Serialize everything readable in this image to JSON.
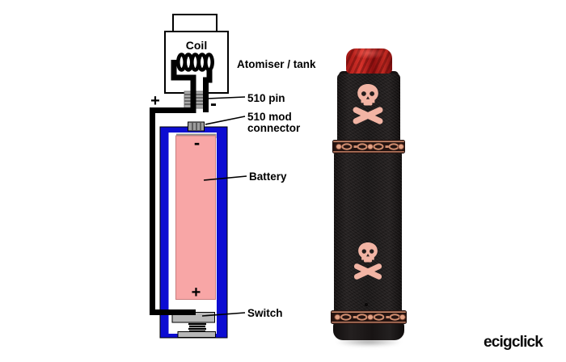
{
  "diagram": {
    "coil_label": "Coil",
    "atomiser_label": "Atomiser / tank",
    "wire_plus": "+",
    "pin_minus": "-",
    "pin_label": "510 pin",
    "mod_connector_label_line1": "510 mod",
    "mod_connector_label_line2": "connector",
    "battery_minus": "-",
    "battery_plus": "+",
    "battery_label": "Battery",
    "switch_label": "Switch",
    "colors": {
      "tube_blue": "#0d0dd2",
      "battery_pink": "#f8a6a6",
      "connector_gray": "#9c9c9c",
      "switch_gray": "#b8b8b8",
      "pin_gray": "#ababab",
      "wire_black": "#000000"
    }
  },
  "photo": {
    "icon_top": "skull-crossbones",
    "icon_bottom": "skull-crossbones",
    "colors": {
      "body_black": "#1d1a1a",
      "drip_tip_red": "#c01f1a",
      "skull_copper": "#f2b4a4",
      "band_copper": "#cf8d6f"
    }
  },
  "footer": {
    "logo_text": "ecigclick"
  }
}
